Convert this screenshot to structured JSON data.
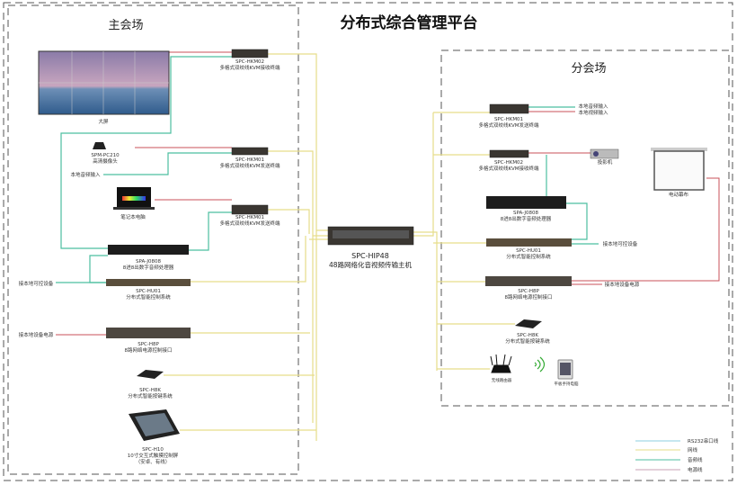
{
  "title": "分布式综合管理平台",
  "main_venue": {
    "title": "主会场",
    "video_wall": "大屏",
    "hkm02": {
      "model": "SPC-HKM02",
      "desc": "多格式双绞线KVM接收终端"
    },
    "camera": {
      "model": "SPM-PC210",
      "desc": "高清摄像头"
    },
    "local_audio": "本地音频输入",
    "hkm01_a": {
      "model": "SPC-HKM01",
      "desc": "多格式双绞线KVM发送终端"
    },
    "laptop": "笔记本电脑",
    "hkm01_b": {
      "model": "SPC-HKM01",
      "desc": "多格式双绞线KVM发送终端"
    },
    "spa": {
      "model": "SPA-J0808",
      "desc": "8进8出数字音频处理器"
    },
    "local_control": "接本地可控设备",
    "hu01": {
      "model": "SPC-HU01",
      "desc": "分布式智能控制系统"
    },
    "local_power": "接本地设备电源",
    "h8p": {
      "model": "SPC-H8P",
      "desc": "8路网络电源控制接口"
    },
    "h8k": {
      "model": "SPC-H8K",
      "desc": "分布式智能按键系统"
    },
    "h10": {
      "model": "SPC-H10",
      "desc": "10寸交互式触摸控制屏",
      "desc2": "（安卓、有线）"
    }
  },
  "host": {
    "model": "SPC-HIP48",
    "desc": "48路网络化音视频传输主机"
  },
  "branch_venue": {
    "title": "分会场",
    "hkm01": {
      "model": "SPC-HKM01",
      "desc": "多格式双绞线KVM发送终端"
    },
    "local_audio": "本地音频输入",
    "local_video": "本地视频输入",
    "hkm02": {
      "model": "SPC-HKM02",
      "desc": "多格式双绞线KVM接收终端"
    },
    "projector": "投影机",
    "screen": "电动幕布",
    "spa": {
      "model": "SPA-J0808",
      "desc": "8进8出数字音频处理器"
    },
    "hu01": {
      "model": "SPC-HU01",
      "desc": "分布式智能控制系统"
    },
    "local_control": "接本地可控设备",
    "h8p": {
      "model": "SPC-H8P",
      "desc": "8路网络电源控制接口"
    },
    "local_power": "接本地设备电源",
    "h8k": {
      "model": "SPC-H8K",
      "desc": "分布式智能按键系统"
    },
    "router": "无线路由器",
    "tablet": "平板手持电脑"
  },
  "legend": [
    {
      "label": "RS232串口线",
      "color": "#8ccfe0"
    },
    {
      "label": "网线",
      "color": "#e6dd8a"
    },
    {
      "label": "音频线",
      "color": "#4cbfa0"
    },
    {
      "label": "电源线",
      "color": "#c8a0b4"
    }
  ]
}
